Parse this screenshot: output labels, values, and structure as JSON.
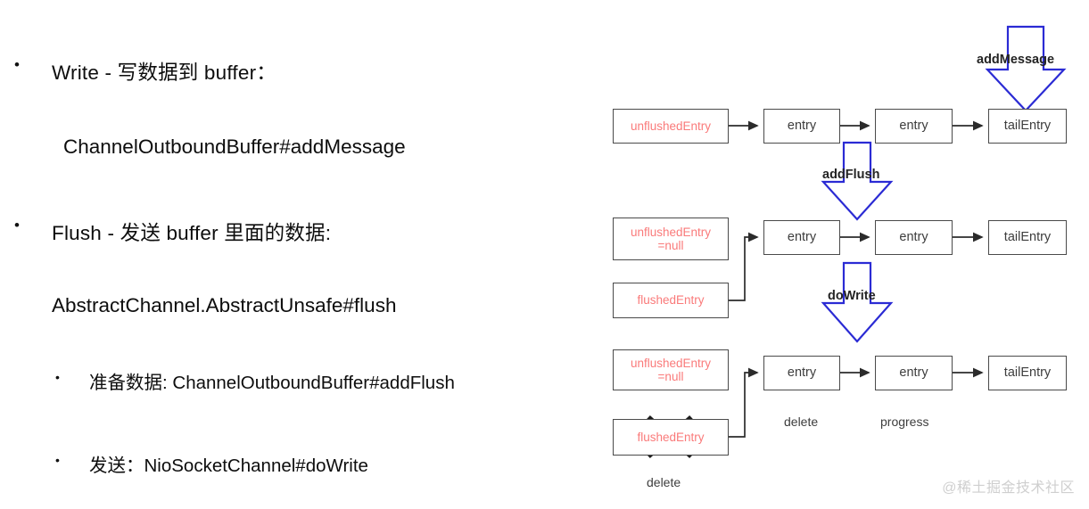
{
  "slide": {
    "bullets": [
      {
        "id": "write",
        "level": 1,
        "marker": "•",
        "text": "Write - 写数据到 buffer："
      },
      {
        "id": "flush",
        "level": 1,
        "marker": "•",
        "text": "Flush - 发送 buffer 里面的数据:"
      },
      {
        "id": "prepare",
        "level": 2,
        "marker": "•",
        "text": "准备数据: ChannelOutboundBuffer#addFlush"
      },
      {
        "id": "send",
        "level": 2,
        "marker": "•",
        "text": "发送：NioSocketChannel#doWrite"
      }
    ],
    "code_lines": [
      {
        "id": "addmessage",
        "text": "ChannelOutboundBuffer#addMessage"
      },
      {
        "id": "flushcall",
        "text": "AbstractChannel.AbstractUnsafe#flush"
      }
    ]
  },
  "diagram": {
    "colors": {
      "node_border": "#4a4a4a",
      "red_text": "#fa7a7a",
      "dark_text": "#3d3d3d",
      "arrow_blue": "#2b2bd4",
      "connector": "#2b2b2b",
      "watermark": "#cfcfcf"
    },
    "rows": [
      {
        "id": "row-1",
        "nodes": [
          {
            "id": "r1-unflushed",
            "text": "unflushedEntry",
            "style": "red"
          },
          {
            "id": "r1-entry-1",
            "text": "entry",
            "style": "dark"
          },
          {
            "id": "r1-entry-2",
            "text": "entry",
            "style": "dark"
          },
          {
            "id": "r1-tail",
            "text": "tailEntry",
            "style": "dark"
          }
        ]
      },
      {
        "id": "row-2",
        "nodes": [
          {
            "id": "r2-unflushed",
            "text": "unflushedEntry\n=null",
            "style": "red"
          },
          {
            "id": "r2-flushed",
            "text": "flushedEntry",
            "style": "red"
          },
          {
            "id": "r2-entry-1",
            "text": "entry",
            "style": "dark"
          },
          {
            "id": "r2-entry-2",
            "text": "entry",
            "style": "dark"
          },
          {
            "id": "r2-tail",
            "text": "tailEntry",
            "style": "dark"
          }
        ]
      },
      {
        "id": "row-3",
        "nodes": [
          {
            "id": "r3-unflushed",
            "text": "unflushedEntry\n=null",
            "style": "red"
          },
          {
            "id": "r3-flushed",
            "text": "flushedEntry",
            "style": "red",
            "crossed": true
          },
          {
            "id": "r3-entry-1",
            "text": "entry",
            "style": "dark",
            "crossed": true
          },
          {
            "id": "r3-entry-2",
            "text": "entry",
            "style": "dark"
          },
          {
            "id": "r3-tail",
            "text": "tailEntry",
            "style": "dark"
          }
        ]
      }
    ],
    "block_arrows": [
      {
        "id": "arrow-addmessage",
        "label": "addMessage"
      },
      {
        "id": "arrow-addflush",
        "label": "addFlush"
      },
      {
        "id": "arrow-dowrite",
        "label": "doWrite"
      }
    ],
    "captions": [
      {
        "id": "caption-delete-entry",
        "text": "delete"
      },
      {
        "id": "caption-progress",
        "text": "progress"
      },
      {
        "id": "caption-delete-flushed",
        "text": "delete"
      }
    ]
  },
  "watermark": {
    "text": "@稀土掘金技术社区"
  }
}
